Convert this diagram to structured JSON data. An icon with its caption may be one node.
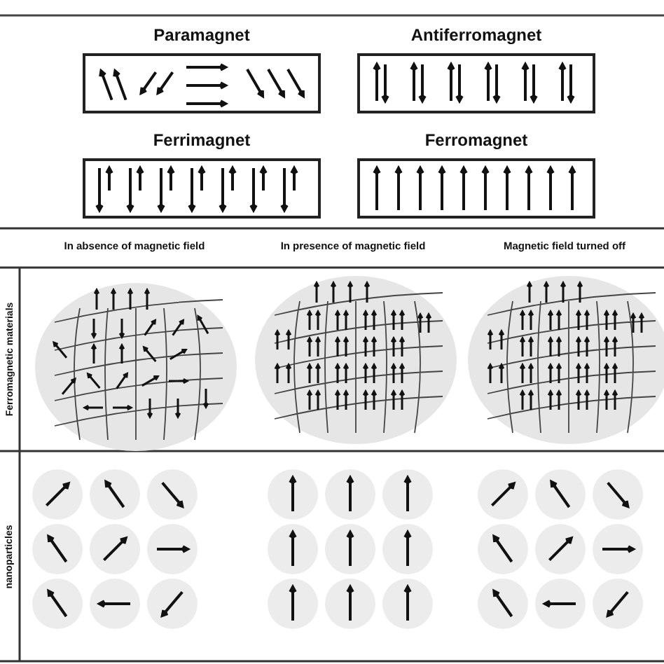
{
  "diagram": {
    "nodes": [
      {
        "text": [
          "Paramagnet"
        ]
      },
      {
        "text": [
          "Antiferromagnet"
        ]
      },
      {
        "text": [
          "Ferrimagnet"
        ]
      },
      {
        "text": [
          "Ferromagnet"
        ]
      }
    ],
    "labels": [
      "In absence of magnetic field",
      "In presence of magnetic field",
      "Magnetic field turned off",
      "Ferromagnetic materials",
      "nanoparticles"
    ]
  }
}
